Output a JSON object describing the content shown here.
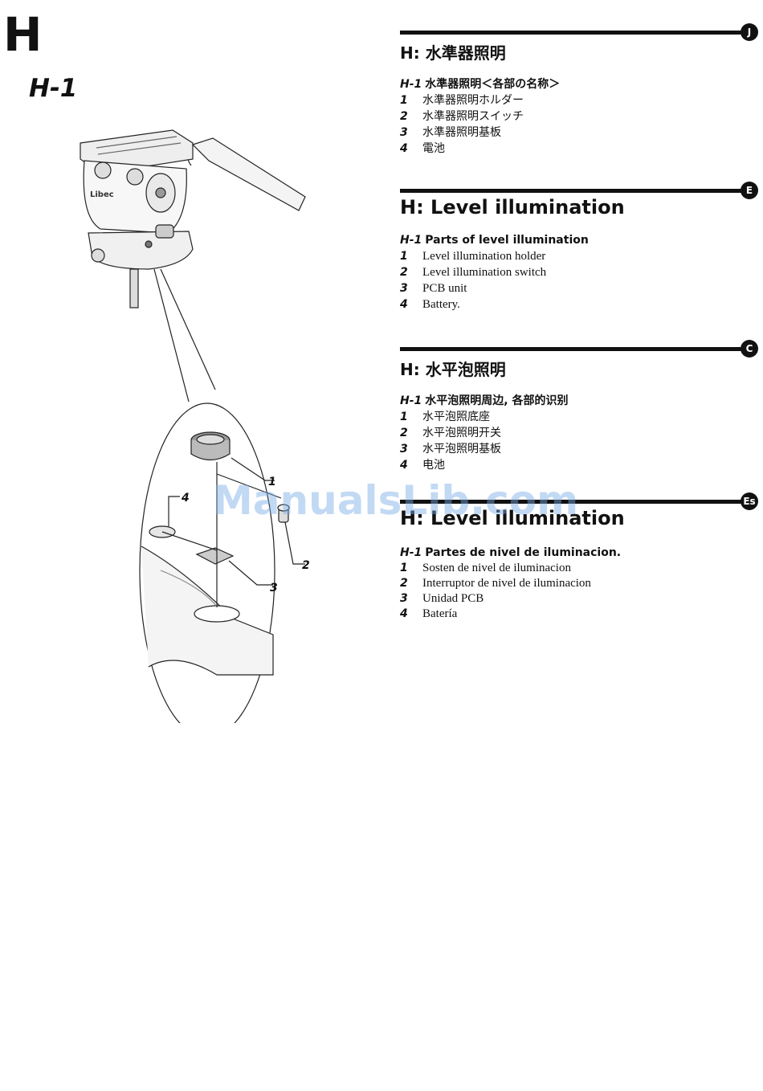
{
  "page_letter": "H",
  "figure_label": "H-1",
  "illustration": {
    "brand": "Libec",
    "callouts": [
      "1",
      "2",
      "3",
      "4"
    ]
  },
  "sections": [
    {
      "lang": "J",
      "title": "H: 水準器照明",
      "sub_fig": "H-1",
      "sub": "水準器照明＜各部の名称＞",
      "items": [
        {
          "num": "1",
          "text": "水準器照明ホルダー"
        },
        {
          "num": "2",
          "text": "水準器照明スイッチ"
        },
        {
          "num": "3",
          "text": "水準器照明基板"
        },
        {
          "num": "4",
          "text": "電池"
        }
      ]
    },
    {
      "lang": "E",
      "title": "H: Level illumination",
      "sub_fig": "H-1",
      "sub": "Parts of level illumination",
      "items": [
        {
          "num": "1",
          "text": "Level illumination holder"
        },
        {
          "num": "2",
          "text": "Level illumination switch"
        },
        {
          "num": "3",
          "text": "PCB unit"
        },
        {
          "num": "4",
          "text": "Battery."
        }
      ]
    },
    {
      "lang": "C",
      "title": "H: 水平泡照明",
      "sub_fig": "H-1",
      "sub": "水平泡照明周边, 各部的识别",
      "items": [
        {
          "num": "1",
          "text": "水平泡照底座"
        },
        {
          "num": "2",
          "text": "水平泡照明开关"
        },
        {
          "num": "3",
          "text": "水平泡照明基板"
        },
        {
          "num": "4",
          "text": "电池"
        }
      ]
    },
    {
      "lang": "Es",
      "title": "H: Level illumination",
      "sub_fig": "H-1",
      "sub": "Partes de nivel de iluminacion.",
      "items": [
        {
          "num": "1",
          "text": "Sosten de nivel de iluminacion"
        },
        {
          "num": "2",
          "text": "Interruptor de nivel de iluminacion"
        },
        {
          "num": "3",
          "text": "Unidad PCB"
        },
        {
          "num": "4",
          "text": "Batería"
        }
      ]
    }
  ],
  "watermark": "ManualsLib.com"
}
